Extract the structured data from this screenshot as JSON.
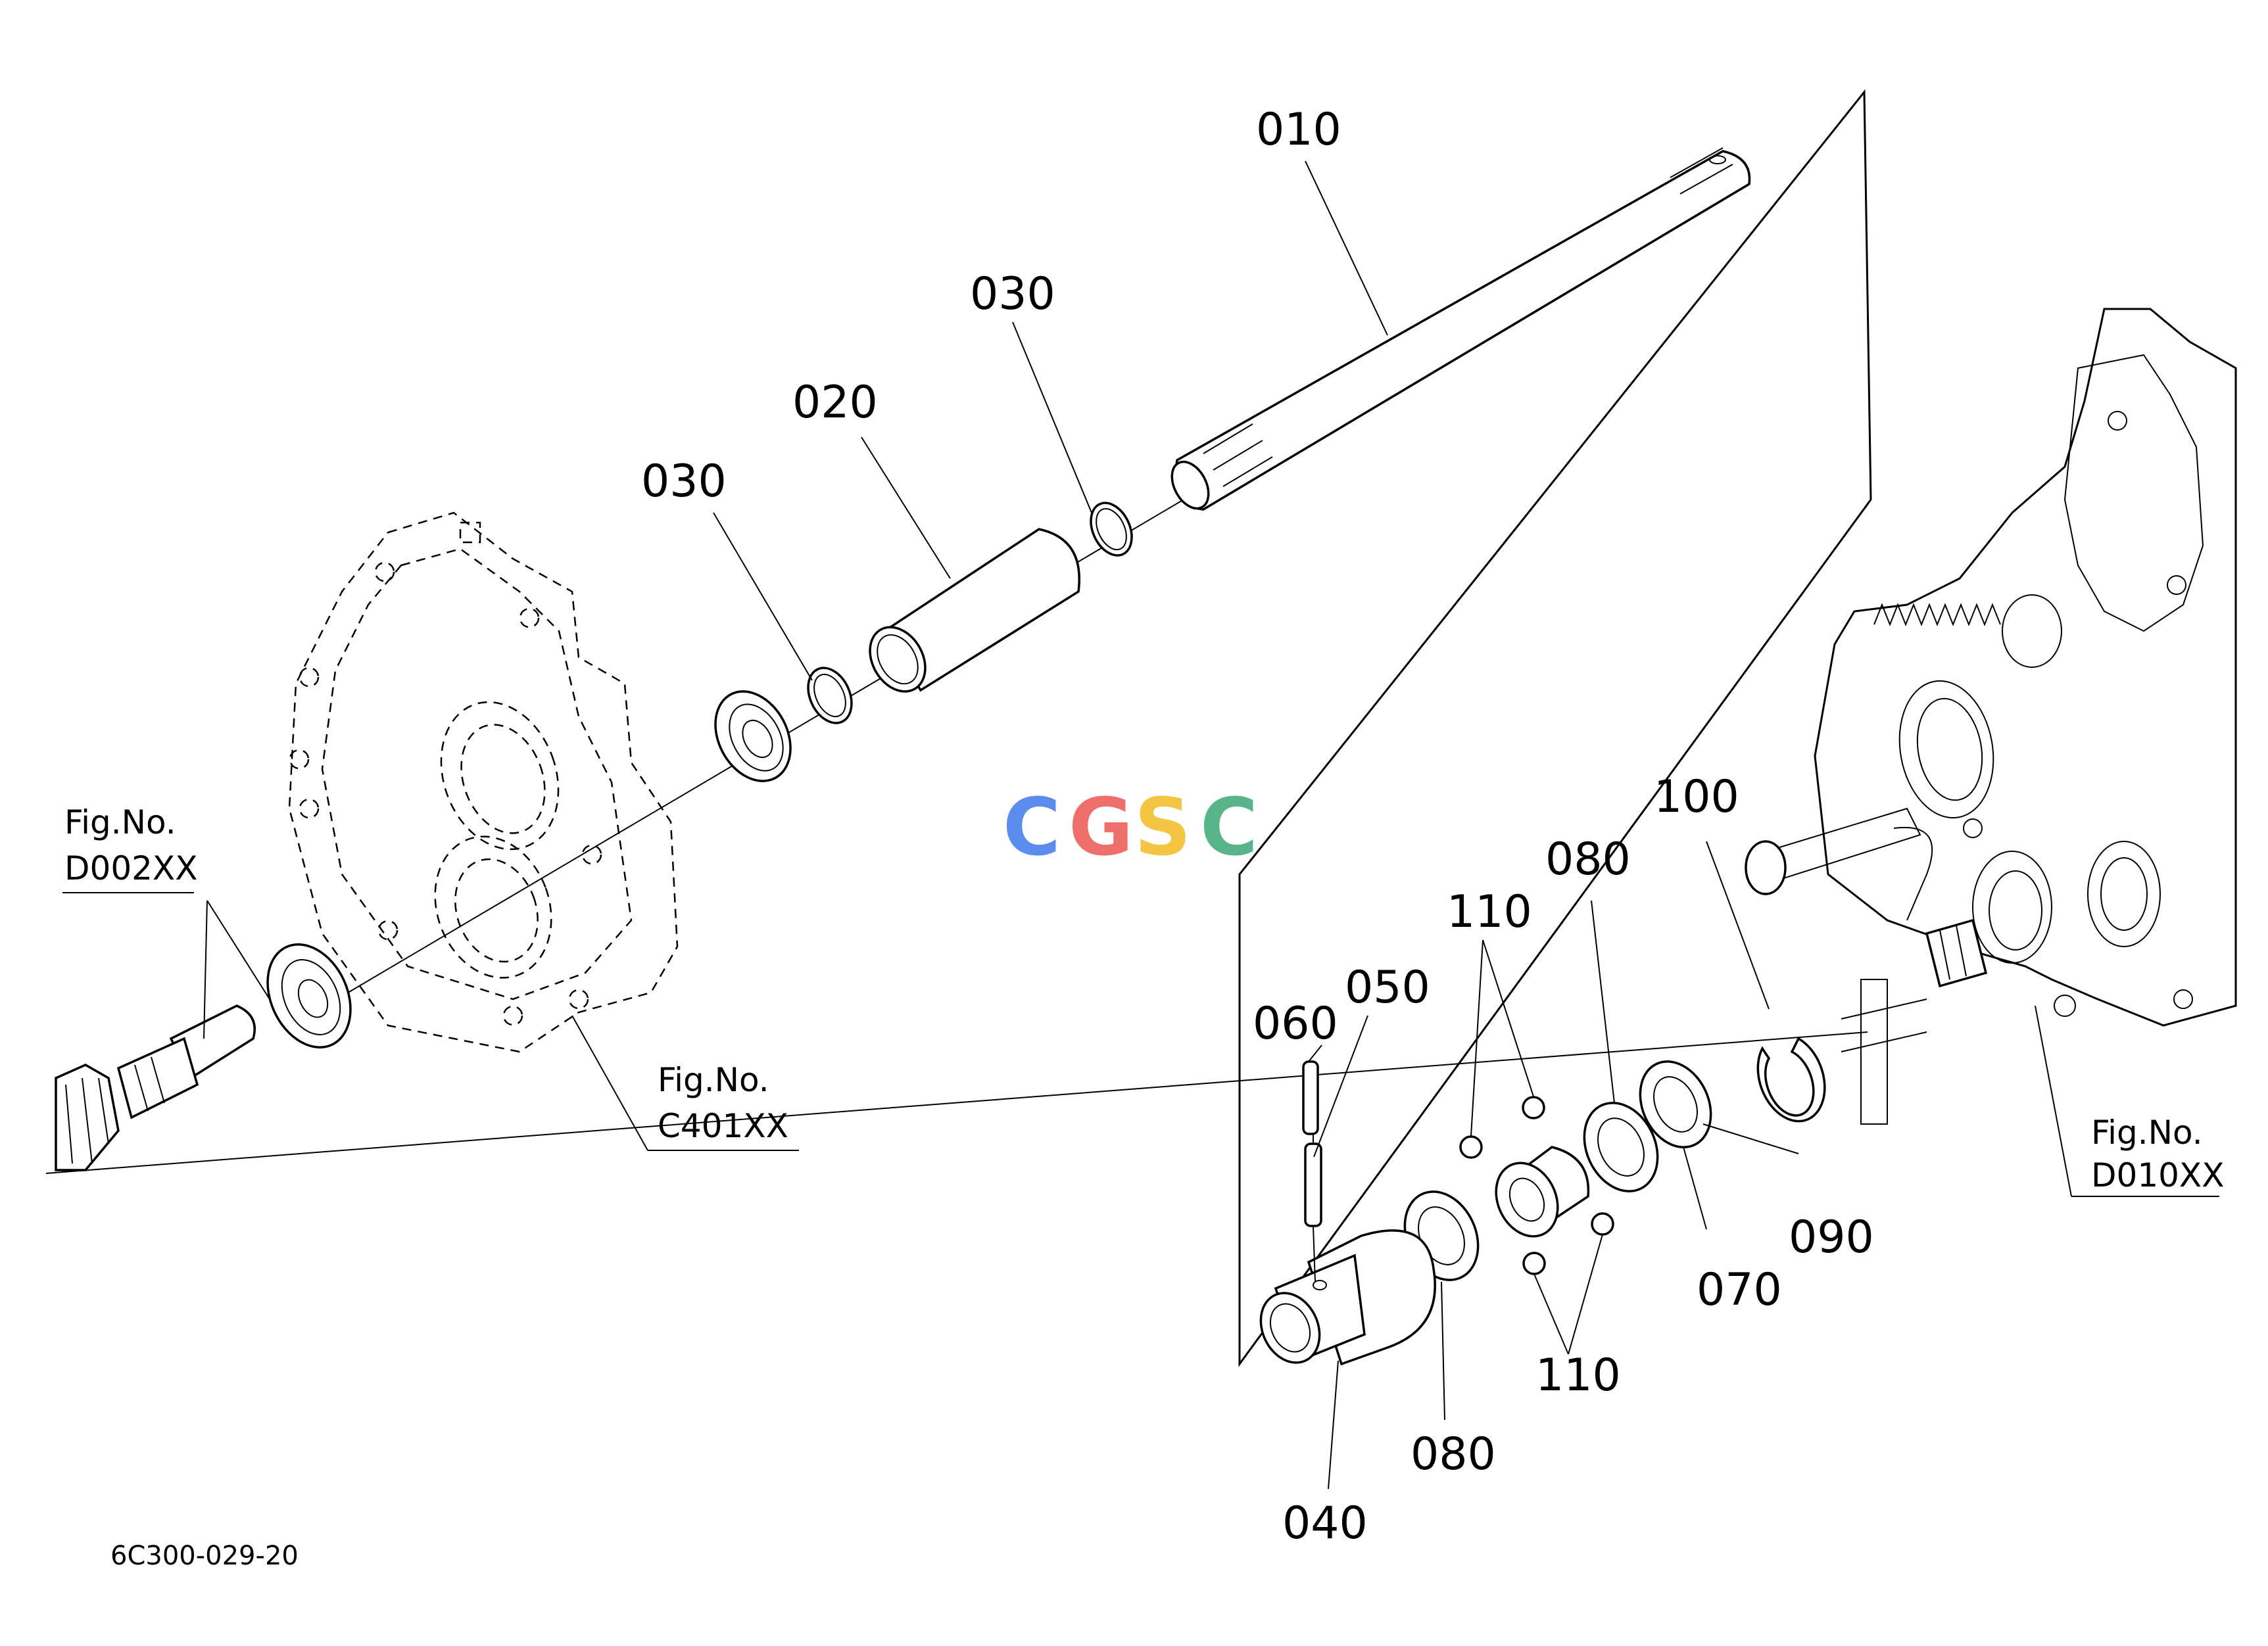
{
  "callouts": {
    "c010": "010",
    "c020": "020",
    "c030a": "030",
    "c030b": "030",
    "c040": "040",
    "c050": "050",
    "c060": "060",
    "c070": "070",
    "c080a": "080",
    "c080b": "080",
    "c090": "090",
    "c100": "100",
    "c110a": "110",
    "c110b": "110"
  },
  "references": {
    "d002": {
      "label": "Fig.No.",
      "code": "D002XX"
    },
    "c401": {
      "label": "Fig.No.",
      "code": "C401XX"
    },
    "d010": {
      "label": "Fig.No.",
      "code": "D010XX"
    }
  },
  "watermark": {
    "letters": [
      "C",
      "G",
      "S",
      "C"
    ],
    "colors": [
      "#5b8def",
      "#ef6f6c",
      "#f4c542",
      "#58b58a"
    ]
  },
  "diagram_code": "6C300-029-20"
}
